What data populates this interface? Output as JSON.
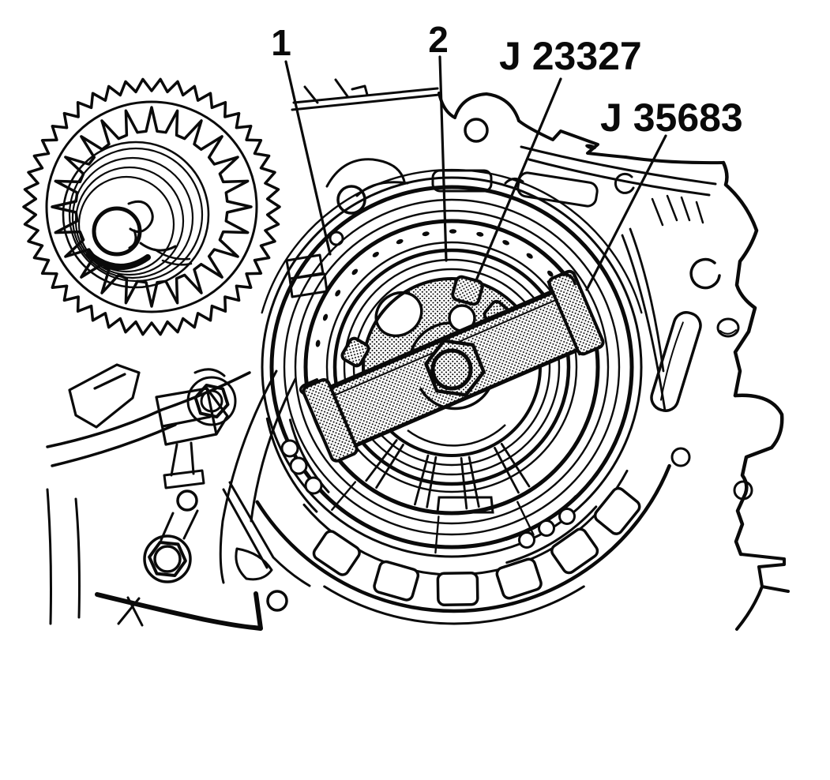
{
  "figure": {
    "type": "service-manual-line-illustration",
    "subject": "transaxle case with clutch assembly, sprocket gear and special tools installed",
    "callouts": {
      "label_1": "1",
      "label_2": "2",
      "tool_1": "J 23327",
      "tool_2": "J 35683"
    },
    "colors": {
      "line": "#0a0a0a",
      "background": "#ffffff"
    }
  }
}
